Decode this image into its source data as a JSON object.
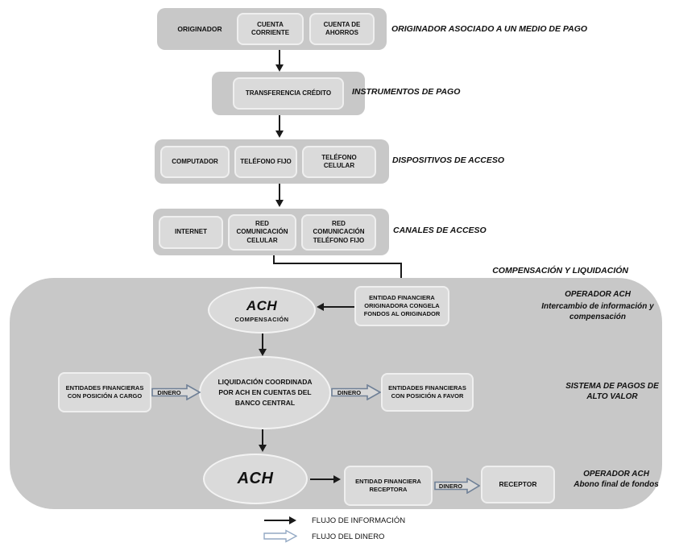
{
  "colors": {
    "container_gray": "#c8c8c8",
    "box_gray": "#dadada",
    "box_border": "#efefef",
    "info_arrow": "#1a1a1a",
    "money_outline": "#6f8097",
    "money_fill": "#d8d8d8",
    "legend_money_outline": "#93a9c4"
  },
  "stages": {
    "originator": {
      "label": "ORIGINADOR",
      "accounts": [
        "CUENTA CORRIENTE",
        "CUENTA DE AHORROS"
      ],
      "side_label": "ORIGINADOR ASOCIADO A UN MEDIO DE PAGO"
    },
    "instruments": {
      "box": "TRANSFERENCIA CRÉDITO",
      "side_label": "INSTRUMENTOS DE PAGO"
    },
    "devices": {
      "boxes": [
        "COMPUTADOR",
        "TELÉFONO FIJO",
        "TELÉFONO CELULAR"
      ],
      "side_label": "DISPOSITIVOS DE ACCESO"
    },
    "channels": {
      "boxes": [
        "INTERNET",
        "RED COMUNICACIÓN CELULAR",
        "RED COMUNICACIÓN TELÉFONO FIJO"
      ],
      "side_label": "CANALES DE ACCESO"
    }
  },
  "clearing": {
    "title": "COMPENSACIÓN Y  LIQUIDACIÓN",
    "ach_compensation": {
      "name": "ACH",
      "caption": "COMPENSACIÓN"
    },
    "originating_bank": "ENTIDAD FINANCIERA ORIGINADORA CONGELA FONDOS AL ORIGINADOR",
    "operator_top": {
      "title": "OPERADOR ACH",
      "caption": "Intercambio de información y compensación"
    },
    "settlement": "LIQUIDACIÓN COORDINADA POR ACH EN CUENTAS DEL BANCO CENTRAL",
    "debit_entities": "ENTIDADES FINANCIERAS CON POSICIÓN A CARGO",
    "credit_entities": "ENTIDADES FINANCIERAS CON POSICIÓN A FAVOR",
    "money_label": "DINERO",
    "high_value_system": "SISTEMA DE PAGOS DE ALTO VALOR",
    "ach_settlement": {
      "name": "ACH"
    },
    "receiving_bank": "ENTIDAD FINANCIERA RECEPTORA",
    "receiver": "RECEPTOR",
    "operator_bottom": {
      "title": "OPERADOR ACH",
      "caption": "Abono final de fondos"
    }
  },
  "legend": {
    "information": "FLUJO DE INFORMACIÓN",
    "money": "FLUJO DEL DINERO"
  }
}
